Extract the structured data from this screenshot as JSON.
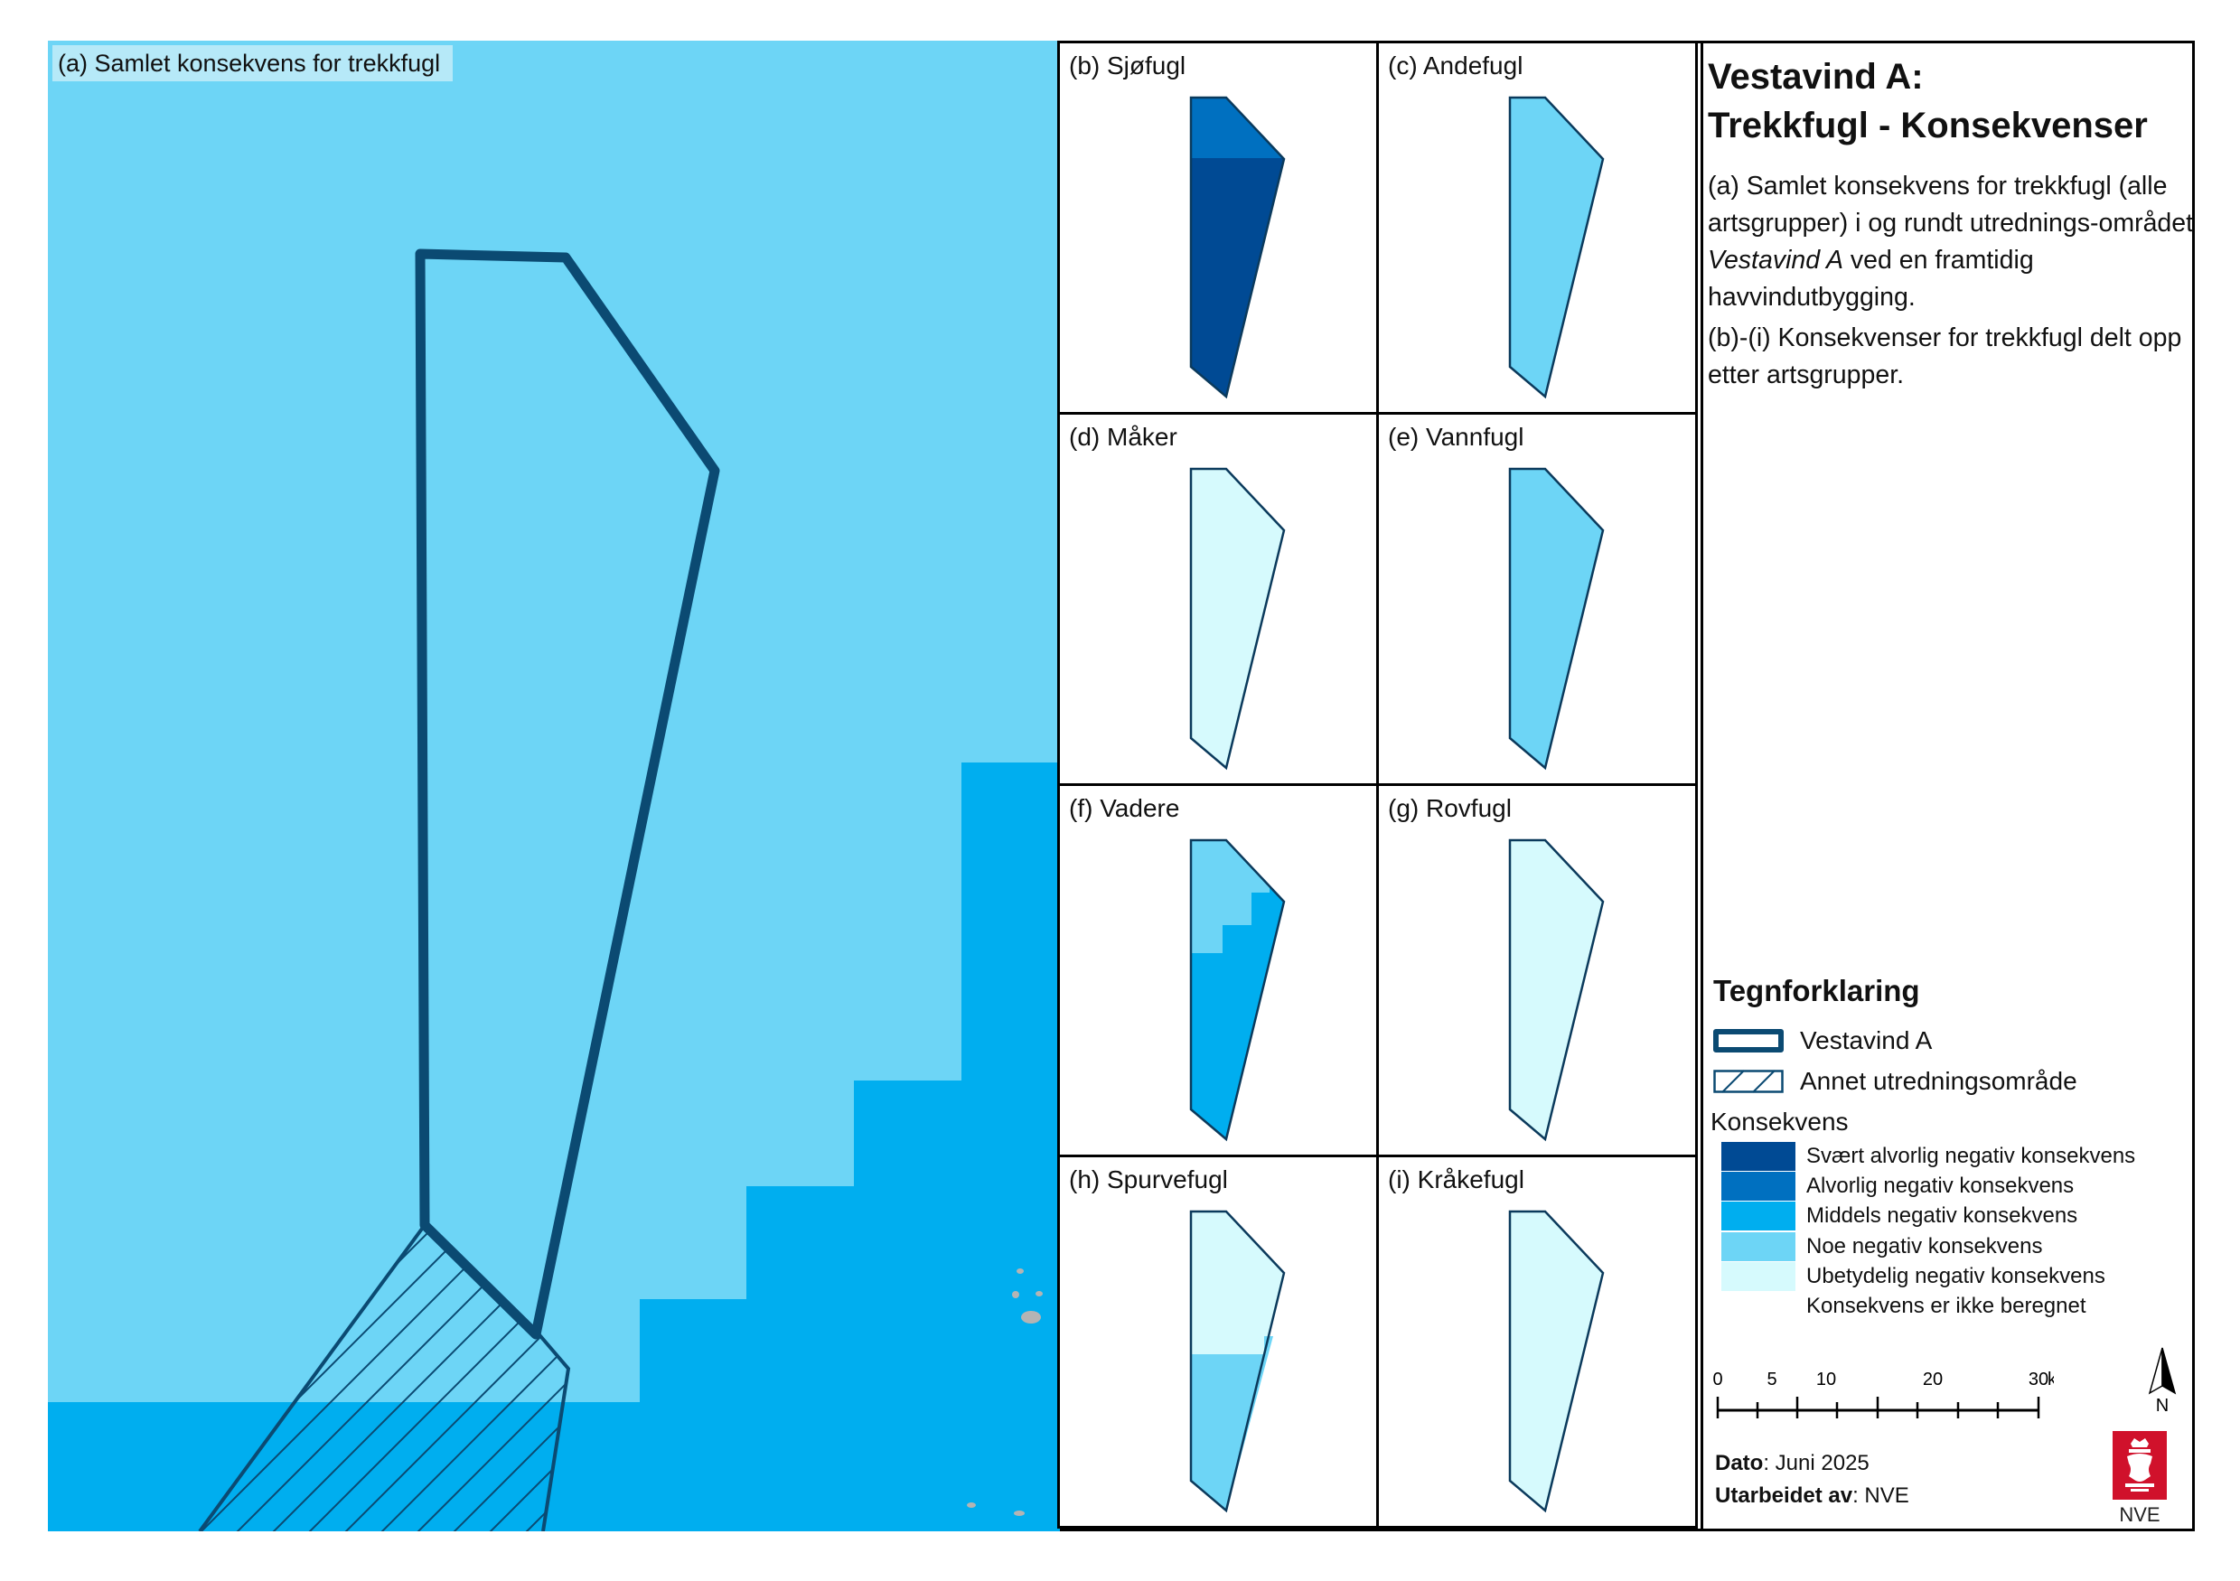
{
  "main_map": {
    "label": "(a) Samlet konsekvens for trekkfugl"
  },
  "panels": [
    {
      "id": "b",
      "label": "(b) Sjøfugl"
    },
    {
      "id": "c",
      "label": "(c) Andefugl"
    },
    {
      "id": "d",
      "label": "(d) Måker"
    },
    {
      "id": "e",
      "label": "(e) Vannfugl"
    },
    {
      "id": "f",
      "label": "(f) Vadere"
    },
    {
      "id": "g",
      "label": "(g) Rovfugl"
    },
    {
      "id": "h",
      "label": "(h) Spurvefugl"
    },
    {
      "id": "i",
      "label": "(i) Kråkefugl"
    }
  ],
  "info": {
    "title_line1": "Vestavind A:",
    "title_line2": "Trekkfugl - Konsekvenser",
    "desc_a_prefix": "(a) Samlet konsekvens for trekkfugl (alle artsgrupper) i og rundt utrednings-området ",
    "desc_a_italic": "Vestavind A",
    "desc_a_suffix": " ved en framtidig havvindutbygging.",
    "desc_b": "(b)-(i) Konsekvenser for trekkfugl delt opp etter artsgrupper."
  },
  "legend": {
    "title": "Tegnforklaring",
    "area_label": "Vestavind A",
    "other_area_label": "Annet utredningsområde",
    "consequence_title": "Konsekvens",
    "classes": [
      {
        "label": "Svært alvorlig negativ konsekvens",
        "color": "#004a94"
      },
      {
        "label": "Alvorlig negativ konsekvens",
        "color": "#0070c0"
      },
      {
        "label": "Middels negativ konsekvens",
        "color": "#00aeef"
      },
      {
        "label": "Noe negativ konsekvens",
        "color": "#6dd5f6"
      },
      {
        "label": "Ubetydelig negativ konsekvens",
        "color": "#d6fafd"
      },
      {
        "label": "Konsekvens er ikke beregnet",
        "color": "#ffffff"
      }
    ]
  },
  "scale_bar": {
    "ticks": [
      "0",
      "5",
      "10",
      "20",
      "30"
    ],
    "unit": "km"
  },
  "north_label": "N",
  "credits": {
    "date_label": "Dato",
    "date_value": ": Juni 2025",
    "author_label": "Utarbeidet av",
    "author_value": ": NVE",
    "logo_text": "NVE"
  },
  "colors": {
    "outline": "#0b4a72",
    "level5": "#004a94",
    "level4": "#0070c0",
    "level3": "#00aeef",
    "level2": "#6dd5f6",
    "level1": "#d6fafd"
  }
}
